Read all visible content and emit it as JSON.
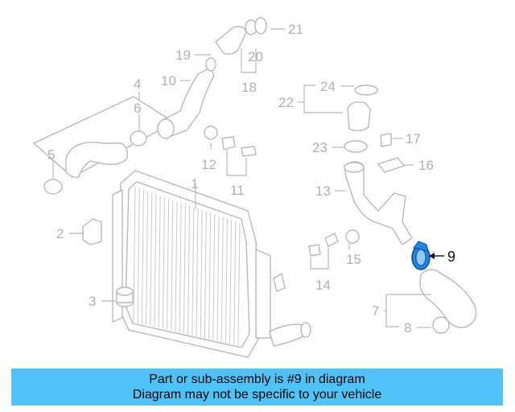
{
  "diagram": {
    "highlighted_part": "9",
    "highlight_color": "#1e88e5",
    "callouts": [
      {
        "id": "1",
        "label": "1"
      },
      {
        "id": "2",
        "label": "2"
      },
      {
        "id": "3",
        "label": "3"
      },
      {
        "id": "4",
        "label": "4"
      },
      {
        "id": "5",
        "label": "5"
      },
      {
        "id": "6",
        "label": "6"
      },
      {
        "id": "7",
        "label": "7"
      },
      {
        "id": "8",
        "label": "8"
      },
      {
        "id": "9",
        "label": "9"
      },
      {
        "id": "10",
        "label": "10"
      },
      {
        "id": "11",
        "label": "11"
      },
      {
        "id": "12",
        "label": "12"
      },
      {
        "id": "13",
        "label": "13"
      },
      {
        "id": "14",
        "label": "14"
      },
      {
        "id": "15",
        "label": "15"
      },
      {
        "id": "16",
        "label": "16"
      },
      {
        "id": "17",
        "label": "17"
      },
      {
        "id": "18",
        "label": "18"
      },
      {
        "id": "19",
        "label": "19"
      },
      {
        "id": "20",
        "label": "20"
      },
      {
        "id": "21",
        "label": "21"
      },
      {
        "id": "22",
        "label": "22"
      },
      {
        "id": "23",
        "label": "23"
      },
      {
        "id": "24",
        "label": "24"
      }
    ]
  },
  "banner": {
    "line1": "Part or sub-assembly is #9 in diagram",
    "line2": "Diagram may not be specific to your vehicle",
    "background": "#4fc3f7"
  }
}
